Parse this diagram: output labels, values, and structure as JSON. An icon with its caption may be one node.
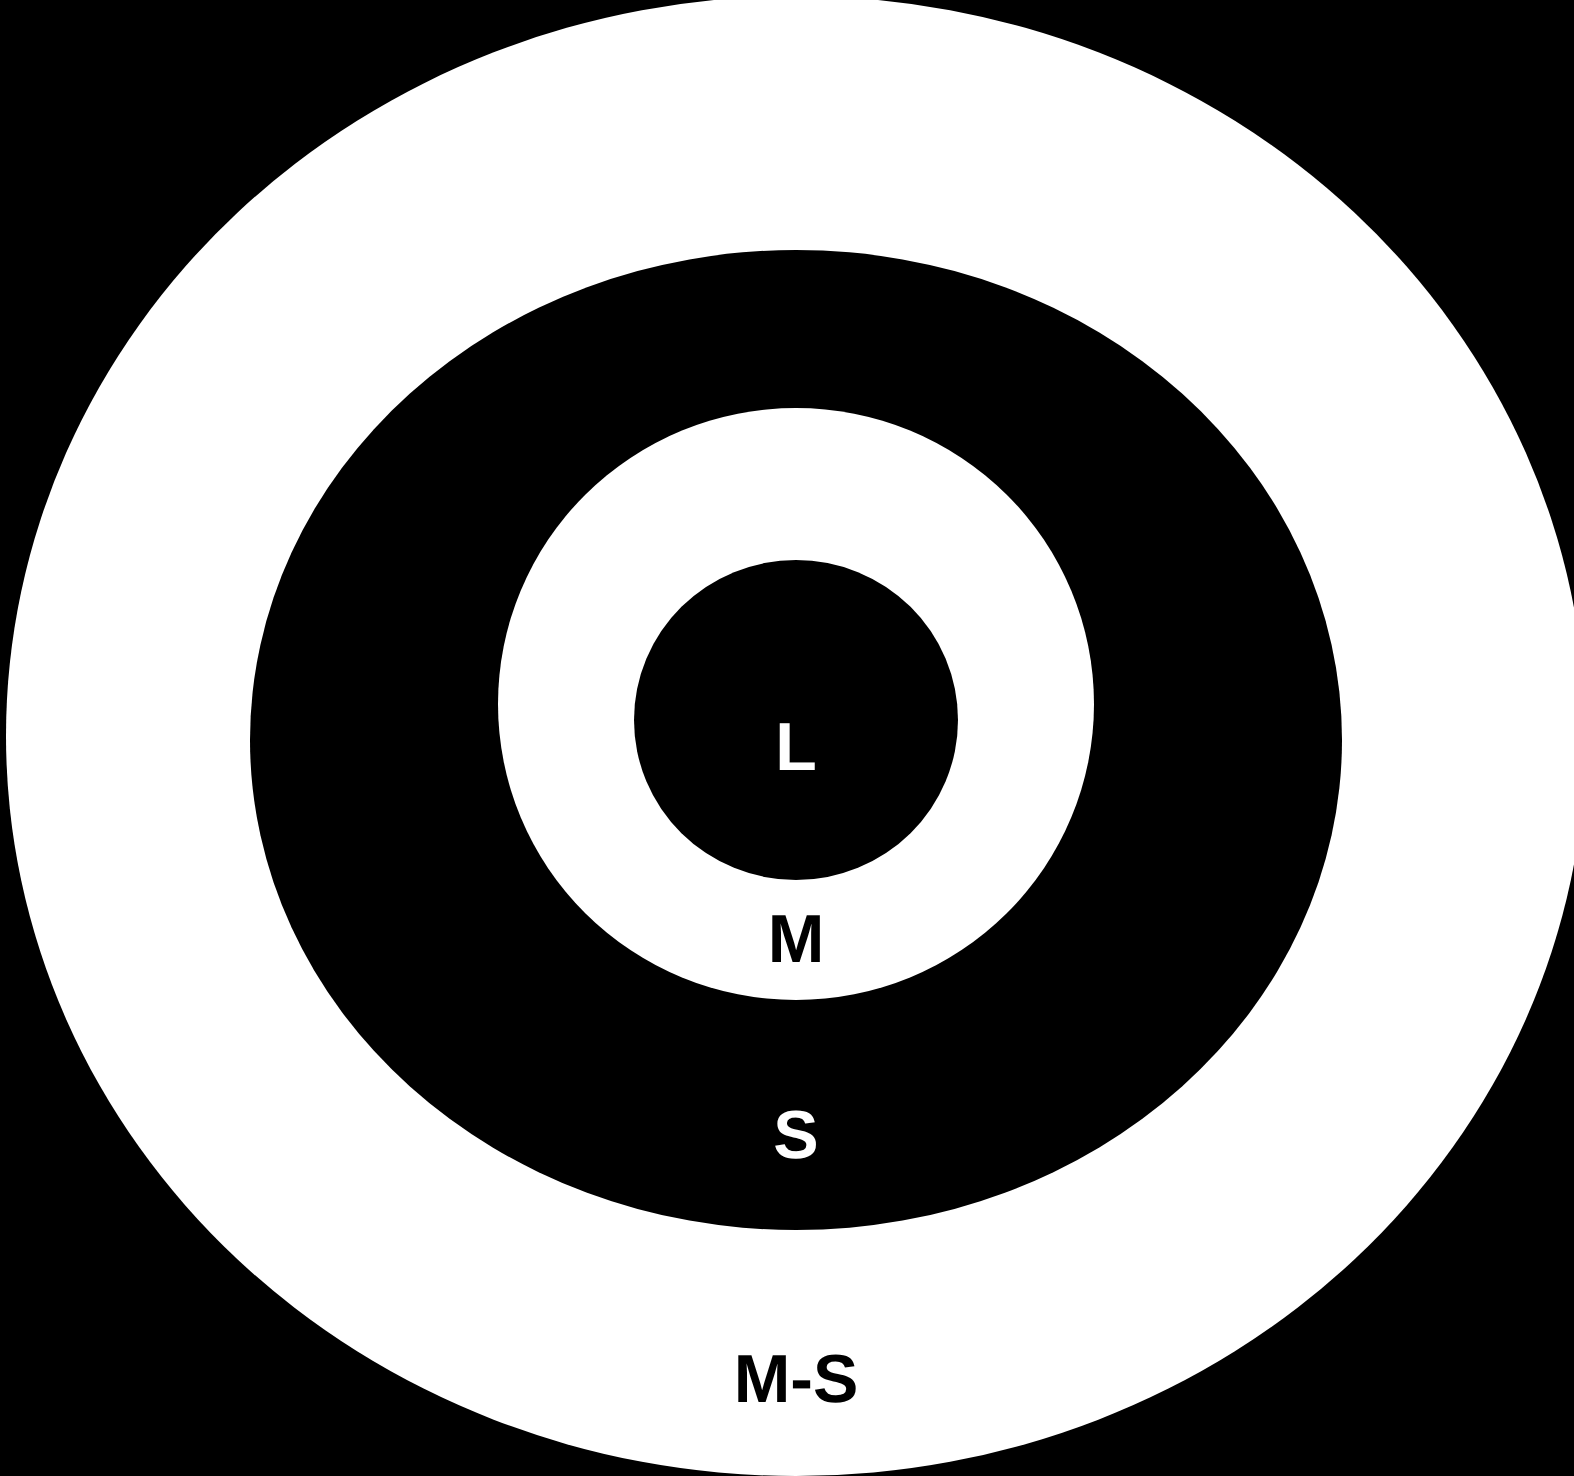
{
  "diagram": {
    "nodes": [
      {
        "text": [
          "M-S"
        ]
      },
      {
        "text": [
          "S"
        ],
        "in": 0
      },
      {
        "text": [
          "M"
        ],
        "in": 1
      },
      {
        "text": [
          "L"
        ],
        "in": 2
      }
    ]
  }
}
